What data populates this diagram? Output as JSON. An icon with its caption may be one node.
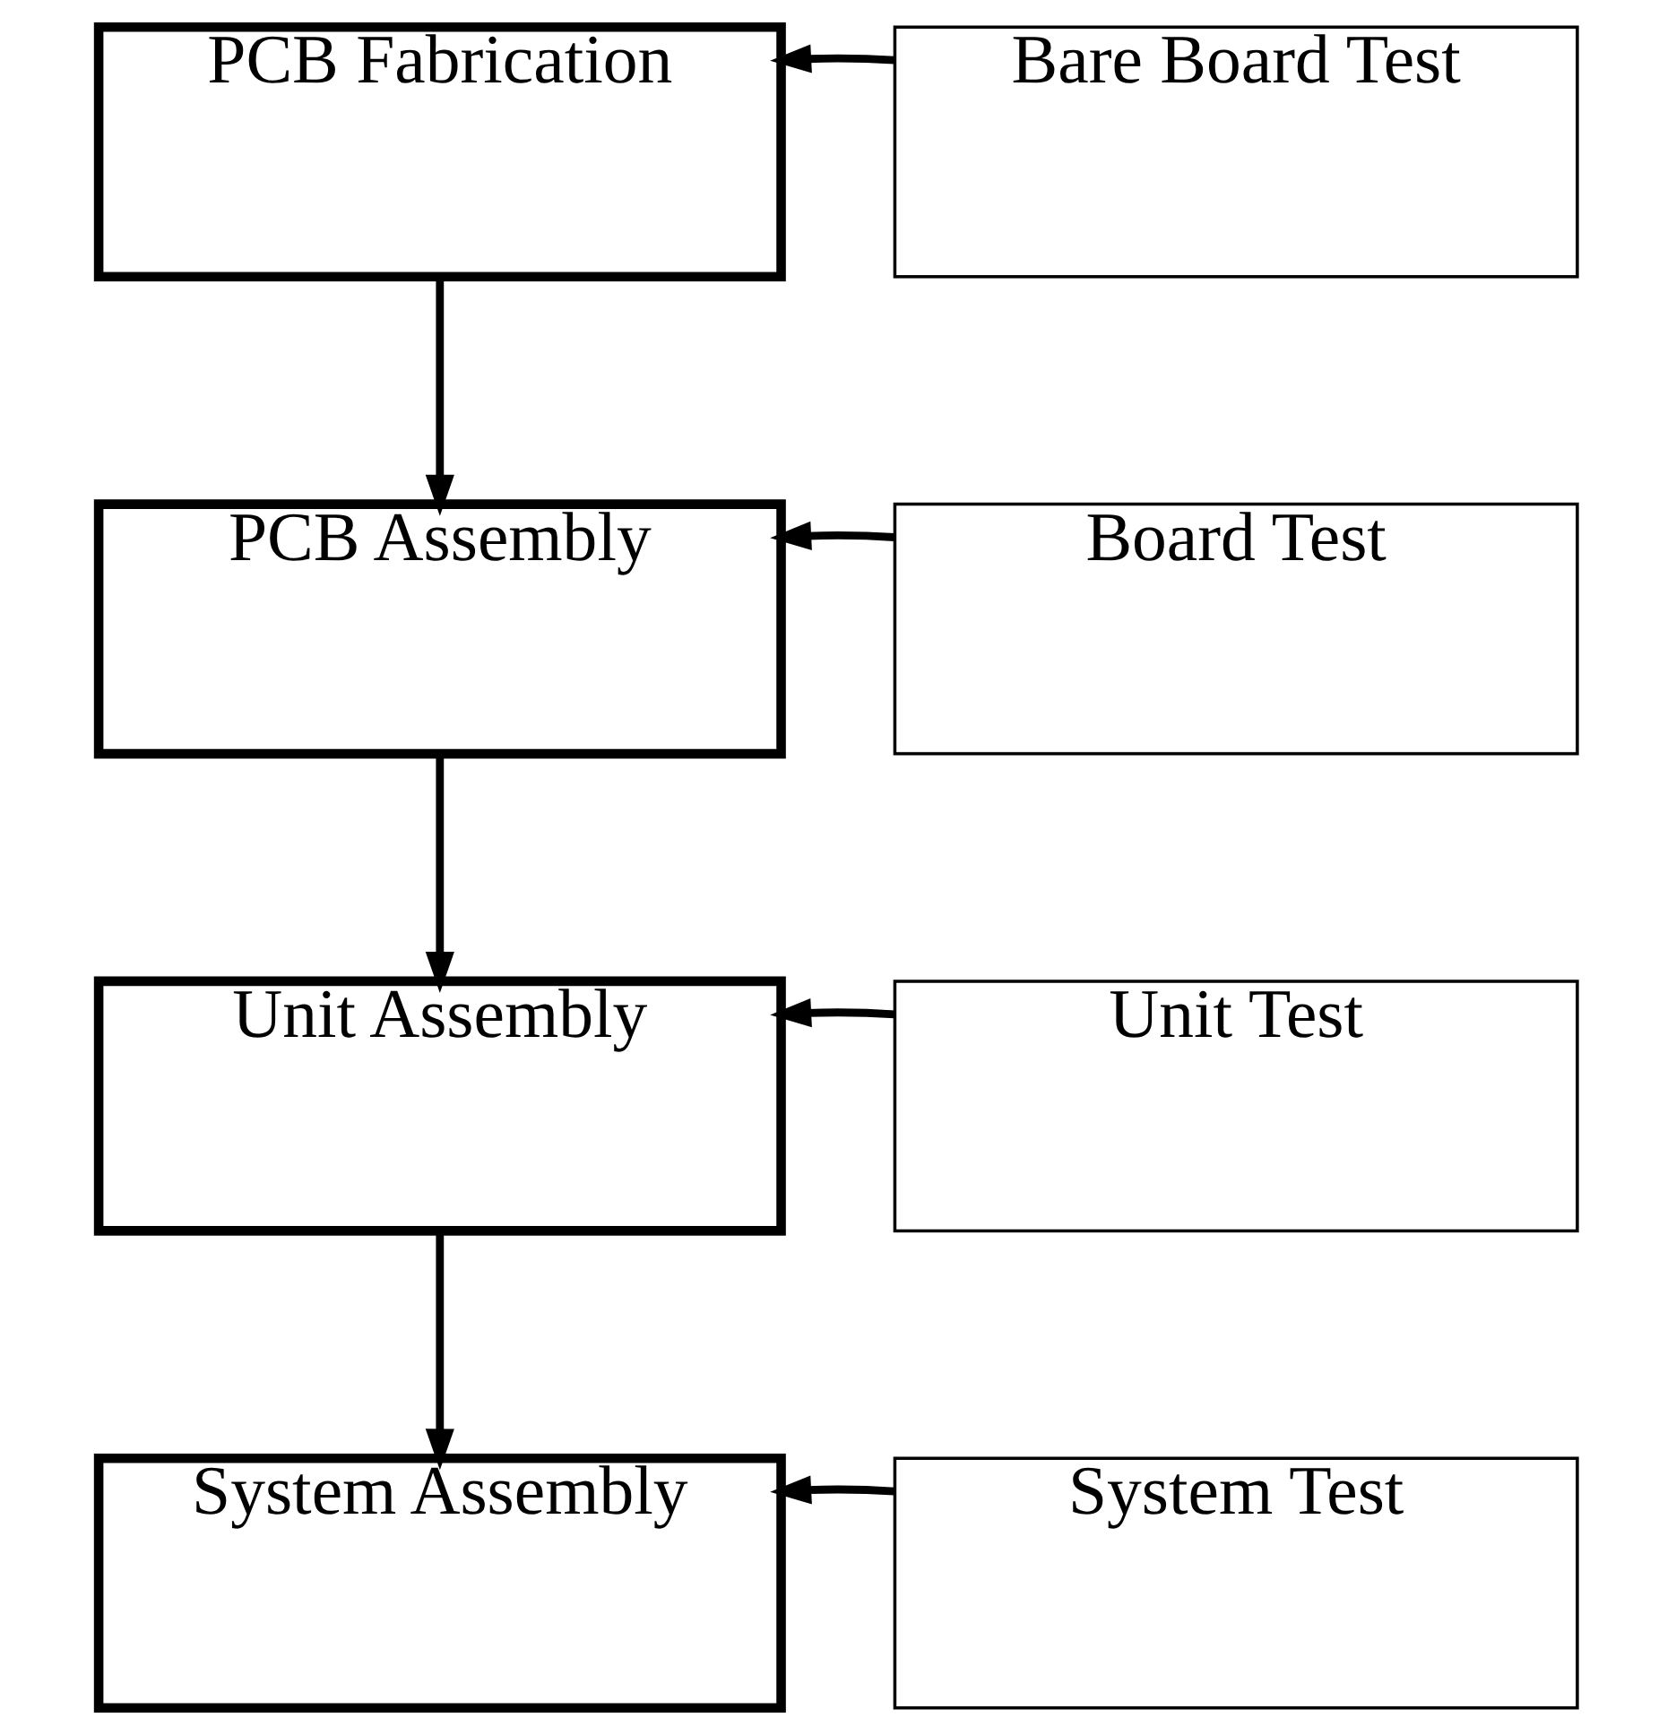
{
  "diagram": {
    "nodes": [
      {
        "text": [
          "PCB Fabrication"
        ]
      },
      {
        "text": [
          "Bare Board Test"
        ]
      },
      {
        "text": [
          "PCB Assembly"
        ]
      },
      {
        "text": [
          "Board Test"
        ]
      },
      {
        "text": [
          "Unit Assembly"
        ]
      },
      {
        "text": [
          "Unit Test"
        ]
      },
      {
        "text": [
          "System Assembly"
        ]
      },
      {
        "text": [
          "System Test"
        ]
      }
    ],
    "edges": [
      {
        "from": 1,
        "to": 0,
        "arrow": "to"
      },
      {
        "from": 0,
        "to": 2,
        "arrow": "to"
      },
      {
        "from": 3,
        "to": 2,
        "arrow": "to"
      },
      {
        "from": 2,
        "to": 4,
        "arrow": "to"
      },
      {
        "from": 5,
        "to": 4,
        "arrow": "to"
      },
      {
        "from": 4,
        "to": 6,
        "arrow": "to"
      },
      {
        "from": 7,
        "to": 6,
        "arrow": "to"
      }
    ]
  }
}
